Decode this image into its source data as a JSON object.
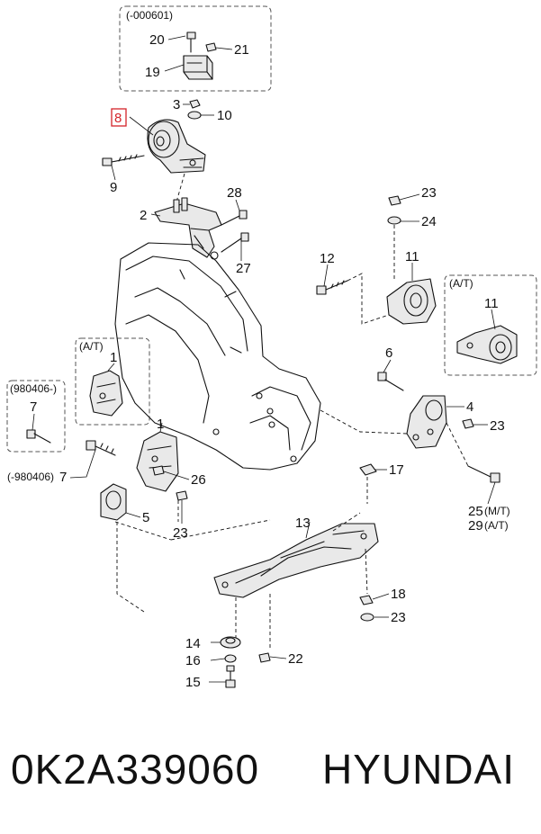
{
  "callouts": {
    "c1": "1",
    "c1b": "1",
    "c2": "2",
    "c3": "3",
    "c4": "4",
    "c5": "5",
    "c6": "6",
    "c7": "7",
    "c7b": "7",
    "c8": "8",
    "c9": "9",
    "c10": "10",
    "c11": "11",
    "c11b": "11",
    "c12": "12",
    "c13": "13",
    "c14": "14",
    "c15": "15",
    "c16": "16",
    "c17": "17",
    "c18": "18",
    "c19": "19",
    "c20": "20",
    "c21": "21",
    "c22": "22",
    "c23a": "23",
    "c23b": "23",
    "c23c": "23",
    "c23d": "23",
    "c24": "24",
    "c25": "25",
    "c26": "26",
    "c27": "27",
    "c28": "28",
    "c29": "29"
  },
  "variants": {
    "top_box": "(-000601)",
    "at_box_left": "(A/T)",
    "at_box_right": "(A/T)",
    "date_box": "(980406-)",
    "date_left": "(-980406)",
    "mt": "(M/T)",
    "at": "(A/T)"
  },
  "highlight_color": "#d4242a",
  "footer": {
    "part_number": "0K2A339060",
    "brand": "HYUNDAI"
  }
}
